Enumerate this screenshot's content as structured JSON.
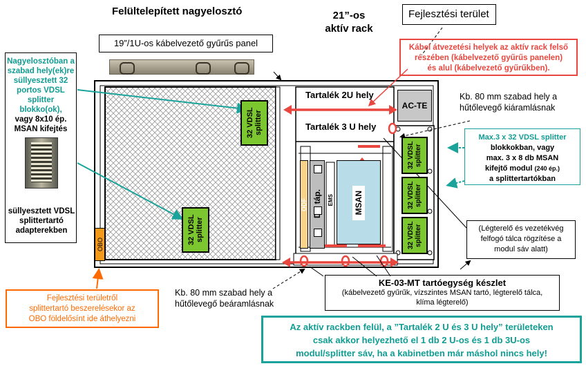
{
  "titles": {
    "main": "Felültelepített nagyelosztó",
    "rack_line1": "21”-os",
    "rack_line2": "aktív rack",
    "dev_area": "Fejlesztési terület"
  },
  "panel_label": "19”/1U-os kábelvezető gyűrűs panel",
  "left_note": {
    "line1": "Nagyelosztóban a",
    "line2": "szabad hely(ek)re",
    "line3": "süllyesztett 32",
    "line4": "portos VDSL",
    "line5": "splitter",
    "line6": "blokko(ok),",
    "line7": "vagy 8x10 ép.",
    "line8": "MSAN kifejtés"
  },
  "left_bottom_note": {
    "line1": "süllyesztett VDSL",
    "line2": "splittertartó",
    "line3": "adapterekben"
  },
  "splitter_label": "32 VDSL splitter",
  "obo": "OBO",
  "rack": {
    "reserve2": "Tartalék 2U hely",
    "reserve3": "Tartalék 3 U hely",
    "acte": "AC-TE",
    "odf": "ODF",
    "dc": "DC táp.",
    "ems": "EMS",
    "msan": "MSAN"
  },
  "red_note": {
    "line1": "Kábel átvezetési helyek az aktív rack felső",
    "line2": "részében (kábelvezető gyűrűs panelen)",
    "line3": "és alul (kábelvezető gyűrűkben)."
  },
  "air_out": {
    "line1": "Kb. 80 mm szabad hely a",
    "line2": "hűtőlevegő kiáramlásnak"
  },
  "air_in": {
    "line1": "Kb. 80 mm szabad hely a",
    "line2": "hűtőlevegő beáramlásnak"
  },
  "teal_note": {
    "line1": "Max.3 x 32 VDSL splitter",
    "line2": "blokkokban, vagy",
    "line3": "max. 3 x 8 db MSAN",
    "line4a": "kifejtő modul",
    "line4b": "(240 ép.)",
    "line5": "a splittertartókban"
  },
  "airguide_note": {
    "line1": "(Légterelő és vezetékvég",
    "line2": "felfogó tálca rögzítése a",
    "line3": "modul sáv alatt)"
  },
  "ke_box": {
    "title": "KE-03-MT tartóegység készlet",
    "line1": "(kábelvezető gyűrűk, vízszintes MSAN tartó, légterelő tálca,",
    "line2": "klíma légterelő)"
  },
  "orange_note": {
    "line1": "Fejlesztési területről",
    "line2": "splittertartó beszerelésekor az",
    "line3": "OBO földelősínt ide áthelyezni"
  },
  "bottom_note": {
    "line1": "Az aktív rackben felül, a ”Tartalék 2 U és 3 U hely” területeken",
    "line2": "csak akkor helyezhető el 1 db 2 U-os és 1 db 3U-os",
    "line3": "modul/splitter sáv, ha a kabinetben már máshol nincs hely!"
  },
  "colors": {
    "green": "#7cc72f",
    "red": "#e8463e",
    "teal": "#1aa39a",
    "orange": "#ff6a00",
    "light_blue": "#b8dce8",
    "teal_text": "#109c93"
  }
}
